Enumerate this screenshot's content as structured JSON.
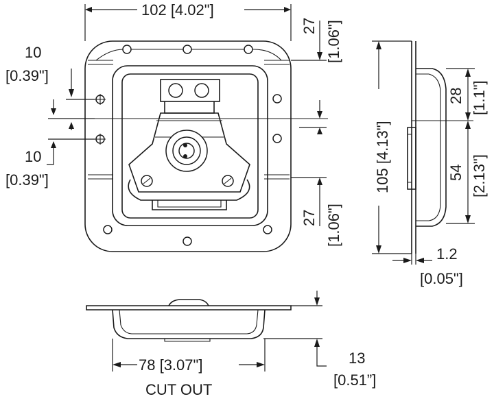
{
  "dimensions": {
    "width_mm": "102",
    "width_in": "[4.02\"]",
    "top_offset_mm": "27",
    "top_offset_in": "[1.06\"]",
    "bottom_offset_mm": "27",
    "bottom_offset_in": "[1.06\"]",
    "hole_upper_mm": "10",
    "hole_upper_in": "[0.39\"]",
    "hole_lower_mm": "10",
    "hole_lower_in": "[0.39\"]",
    "height_label": "105 [4.13\"]",
    "side_28_mm": "28",
    "side_28_in": "[1.1\"]",
    "side_54_mm": "54",
    "side_54_in": "[2.13\"]",
    "thickness_mm": "1.2",
    "thickness_in": "[0.05\"]",
    "cutout_width": "78 [3.07\"]",
    "cutout_label": "CUT OUT",
    "depth_mm": "13",
    "depth_in": "[0.51”]"
  }
}
